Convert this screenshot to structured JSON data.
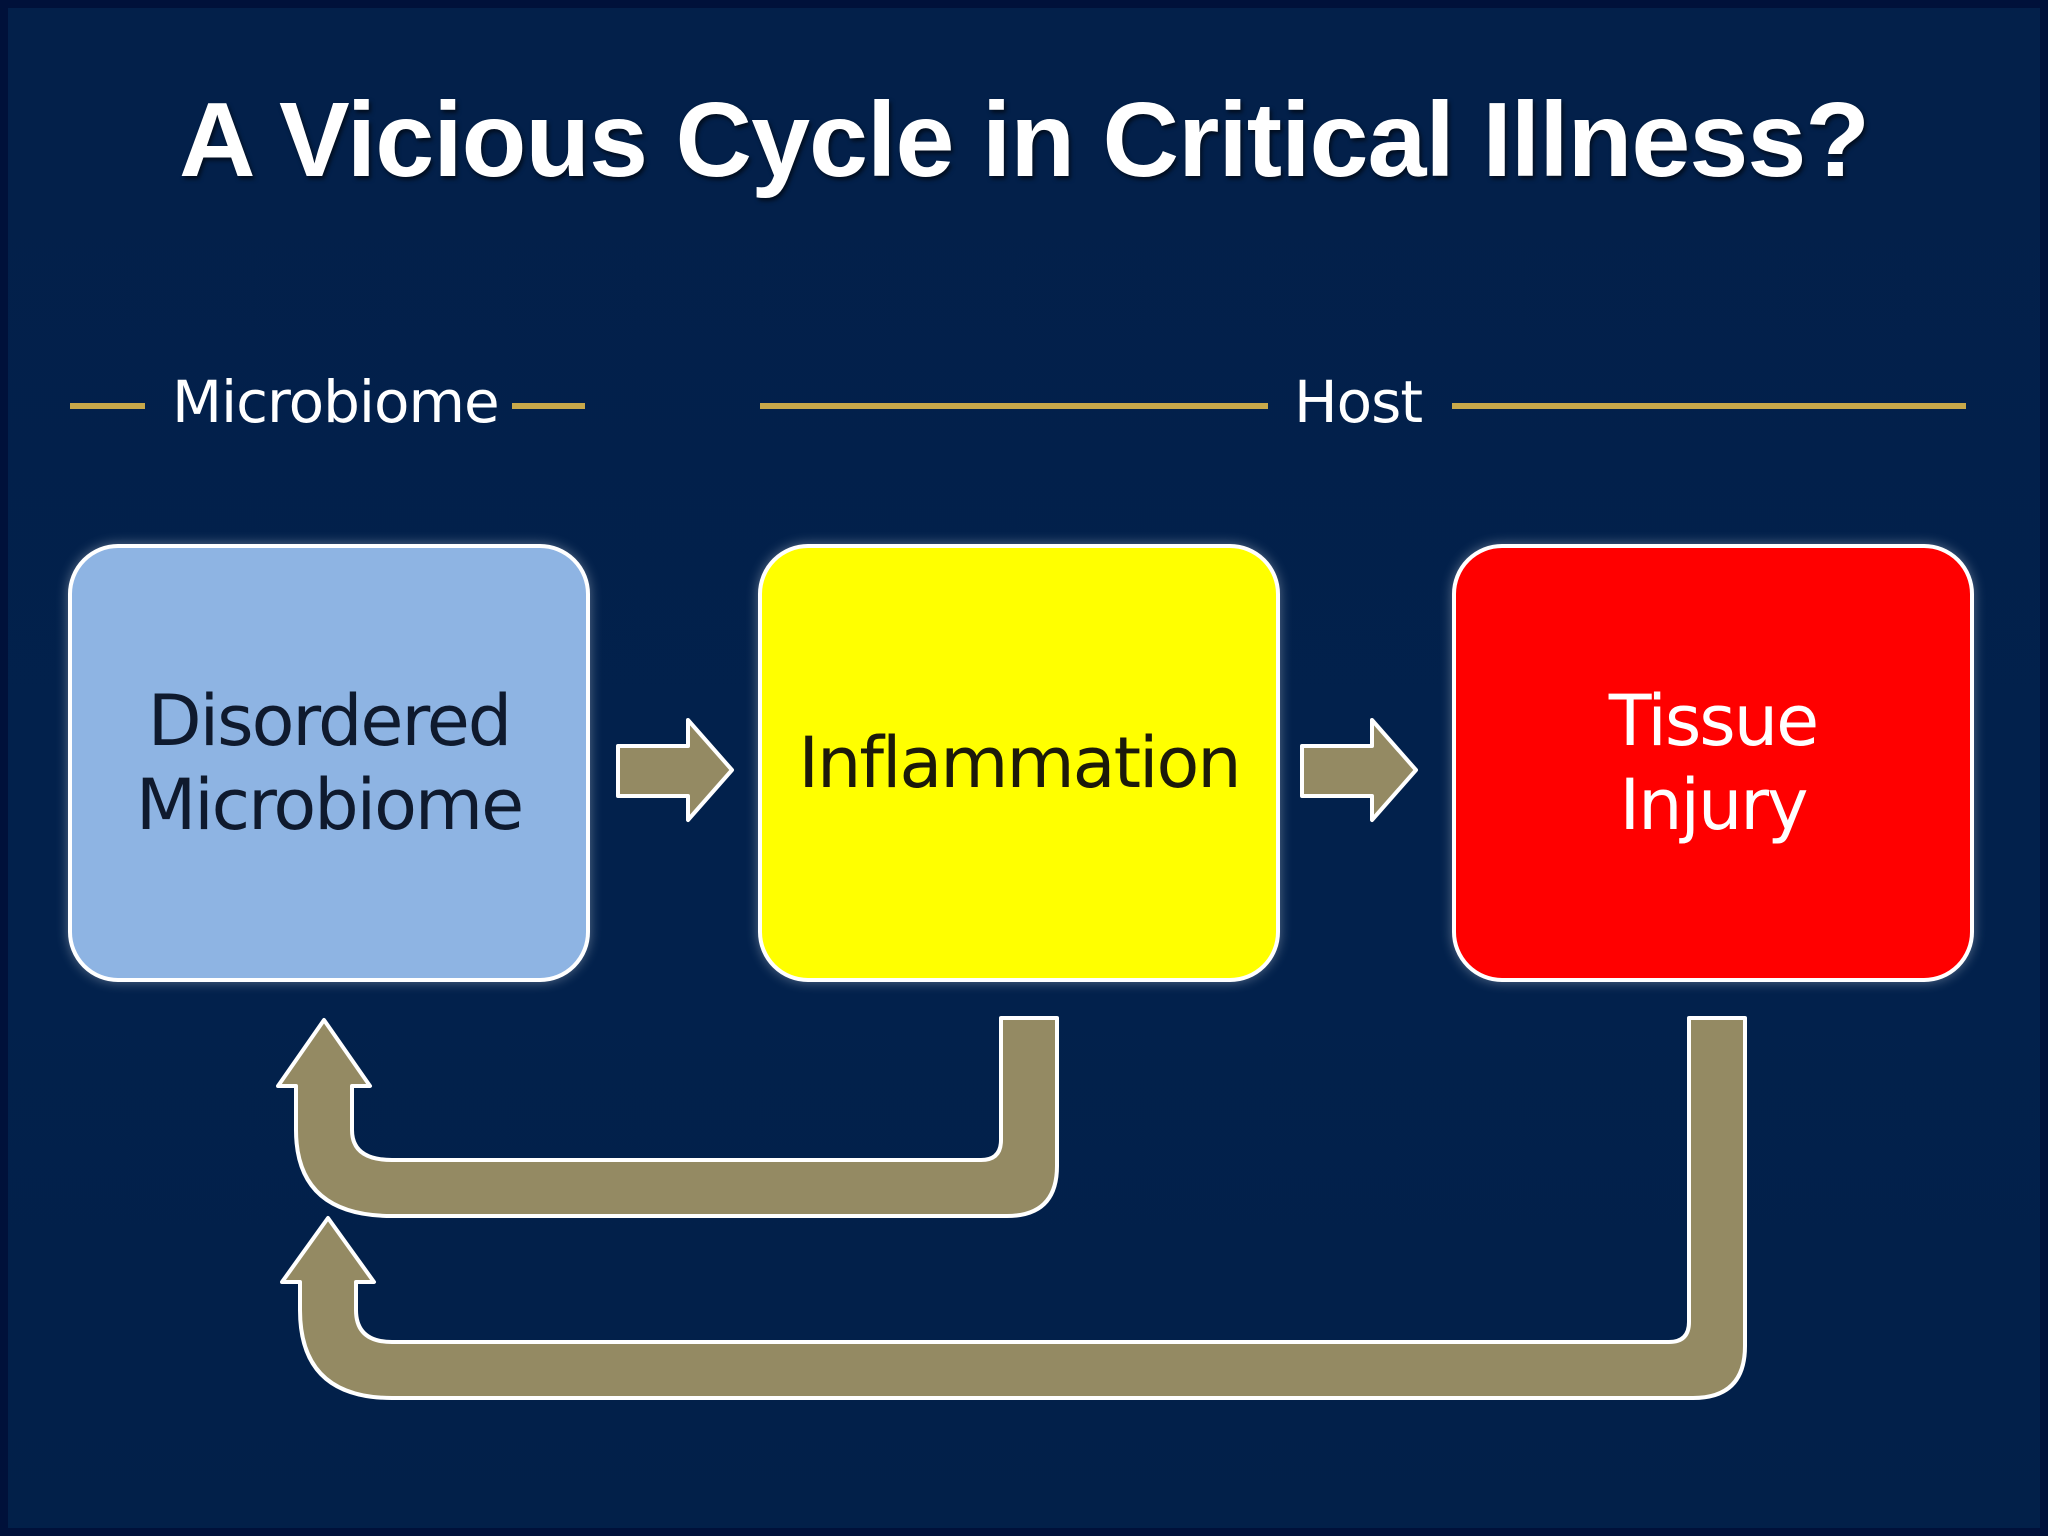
{
  "slide": {
    "title": "A Vicious Cycle in Critical Illness?"
  },
  "sections": {
    "microbiome_label": "Microbiome",
    "host_label": "Host"
  },
  "nodes": [
    {
      "line1": "Disordered",
      "line2": "Microbiome",
      "fill": "#8eb4e3",
      "text_color": "#0f1a2e"
    },
    {
      "line1": "Inflammation",
      "line2": "",
      "fill": "#ffff00",
      "text_color": "#1c1a0a"
    },
    {
      "line1": "Tissue",
      "line2": "Injury",
      "fill": "#ff0000",
      "text_color": "#ffffff"
    }
  ],
  "colors": {
    "background": "#02214c",
    "divider_line": "#c8a84a",
    "arrow_fill": "#948a63",
    "arrow_outline": "#ffffff"
  },
  "arrows": [
    {
      "from": "Disordered Microbiome",
      "to": "Inflammation"
    },
    {
      "from": "Inflammation",
      "to": "Tissue Injury"
    },
    {
      "from": "Inflammation",
      "to": "Disordered Microbiome",
      "kind": "feedback"
    },
    {
      "from": "Tissue Injury",
      "to": "Disordered Microbiome",
      "kind": "feedback"
    }
  ]
}
